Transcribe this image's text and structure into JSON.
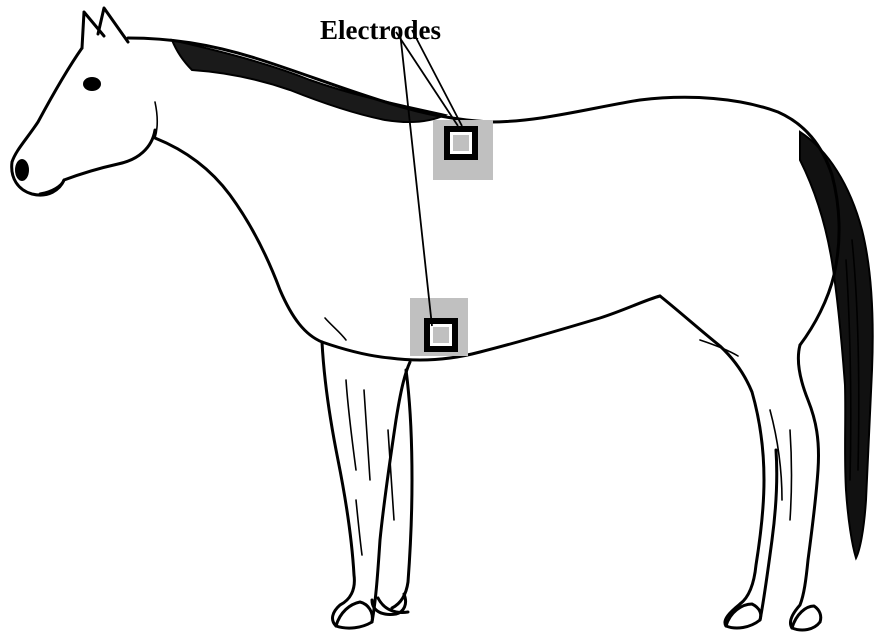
{
  "diagram": {
    "title": "Electrodes",
    "colors": {
      "line": "#000000",
      "electrode_pad": "#c0c0c0",
      "electrode_border": "#000000",
      "background": "#ffffff"
    },
    "electrodes": [
      {
        "name": "electrode-withers"
      },
      {
        "name": "electrode-chest"
      }
    ]
  }
}
